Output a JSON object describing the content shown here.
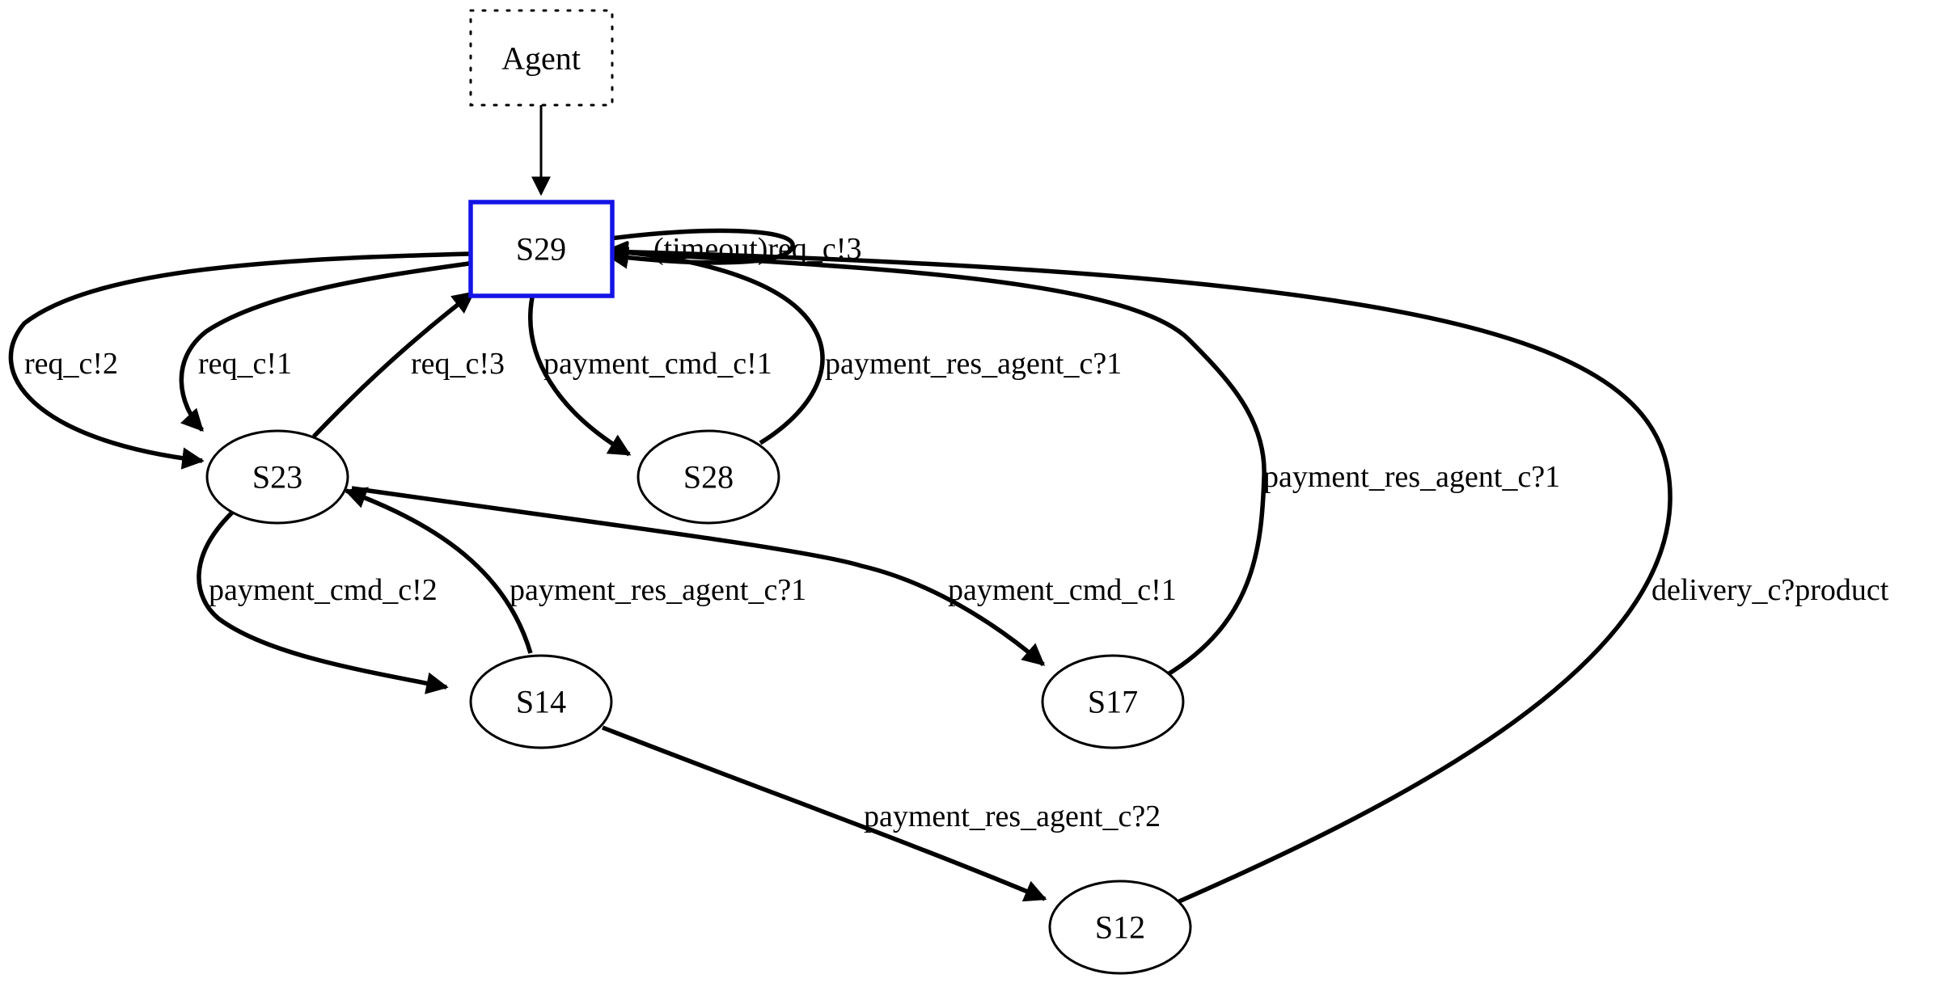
{
  "nodes": {
    "agent": "Agent",
    "s29": "S29",
    "s23": "S23",
    "s28": "S28",
    "s14": "S14",
    "s17": "S17",
    "s12": "S12"
  },
  "edges": {
    "s29_s23_a": "req_c!2",
    "s29_s23_b": "req_c!1",
    "s23_s29": "req_c!3",
    "s29_s28": "payment_cmd_c!1",
    "s28_s29": "payment_res_agent_c?1",
    "s29_self": "(timeout)req_c!3",
    "s17_s29": "payment_res_agent_c?1",
    "s12_s29": "delivery_c?product",
    "s23_s14": "payment_cmd_c!2",
    "s14_s23": "payment_res_agent_c?1",
    "s23_s17": "payment_cmd_c!1",
    "s14_s12": "payment_res_agent_c?2"
  },
  "colors": {
    "initial_state_border": "#1414e6",
    "stroke": "#000000"
  }
}
